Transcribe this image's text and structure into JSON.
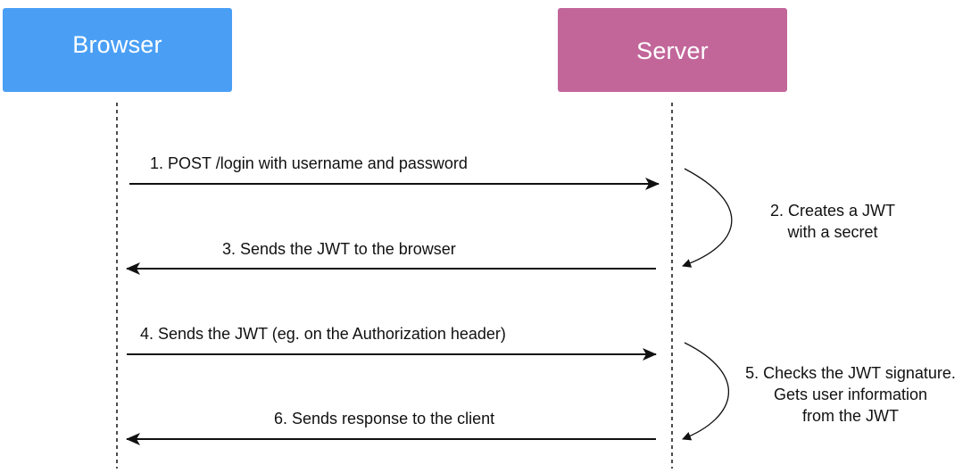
{
  "actors": {
    "browser": "Browser",
    "server": "Server"
  },
  "messages": [
    {
      "label": "1. POST /login with username and password",
      "direction": "browser-to-server"
    },
    {
      "label": "3. Sends the JWT to the browser",
      "direction": "server-to-browser"
    },
    {
      "label": "4. Sends the JWT (eg. on the Authorization header)",
      "direction": "browser-to-server"
    },
    {
      "label": "6. Sends response to the client",
      "direction": "server-to-browser"
    }
  ],
  "notes": [
    {
      "lines": [
        "2. Creates a JWT",
        "with a secret"
      ]
    },
    {
      "lines": [
        "5. Checks the JWT signature.",
        "Gets user information",
        "from the JWT"
      ]
    }
  ],
  "colors": {
    "browser": "#4a9ff5",
    "server": "#c2669a",
    "line": "#111111"
  }
}
